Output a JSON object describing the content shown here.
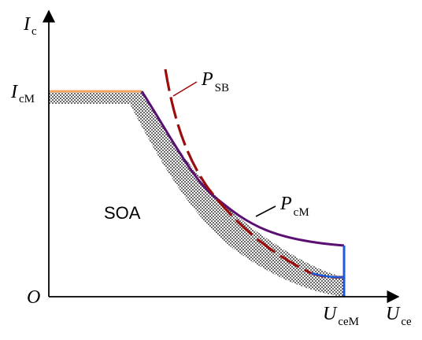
{
  "axes": {
    "y_label_main": "I",
    "y_label_sub": "c",
    "x_label_main": "U",
    "x_label_sub": "ce",
    "origin": "O"
  },
  "markers": {
    "icm_main": "I",
    "icm_sub": "cM",
    "ucem_main": "U",
    "ucem_sub": "ceM"
  },
  "curves": {
    "psb_main": "P",
    "psb_sub": "SB",
    "pcm_main": "P",
    "pcm_sub": "cM"
  },
  "region": {
    "label": "SOA"
  },
  "colors": {
    "axis": "#000000",
    "icm_line": "#f4a460",
    "pcm_curve": "#5b0f73",
    "psb_curve": "#9b0d0d",
    "ucem_line": "#1e5bd6",
    "hatch": "#000000"
  }
}
